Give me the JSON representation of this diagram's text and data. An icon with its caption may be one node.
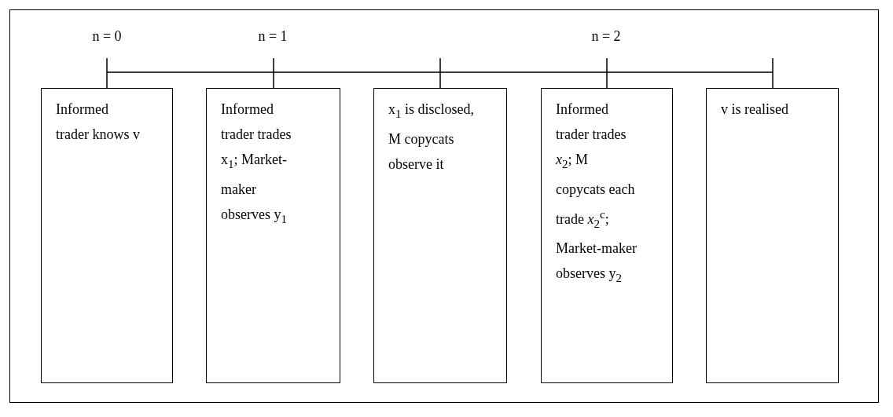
{
  "diagram": {
    "nodes": [
      {
        "text": [],
        "shape": "bar"
      },
      {
        "text": [
          "Informed trader knows v"
        ]
      },
      {
        "text": [
          "Informed trader trades x$_{1}$; Market-maker observes y$_{1}$"
        ]
      },
      {
        "text": [
          "x$_{1}$ is disclosed, M copycats observe it"
        ]
      },
      {
        "text": [
          "Informed trader trades *x*$_{2}$; M copycats each trade *x*$_{2}$$^{c}$; Market-maker observes y$_{2}$"
        ]
      },
      {
        "text": [
          "v is realised"
        ]
      }
    ],
    "edges": [
      {
        "from": 0,
        "to": 1,
        "arrow": "none"
      },
      {
        "from": 0,
        "to": 2,
        "arrow": "none"
      },
      {
        "from": 0,
        "to": 3,
        "arrow": "none"
      },
      {
        "from": 0,
        "to": 4,
        "arrow": "none"
      },
      {
        "from": 0,
        "to": 5,
        "arrow": "none"
      }
    ],
    "labels": [
      "n = 0",
      "n = 1",
      "n = 2"
    ]
  }
}
